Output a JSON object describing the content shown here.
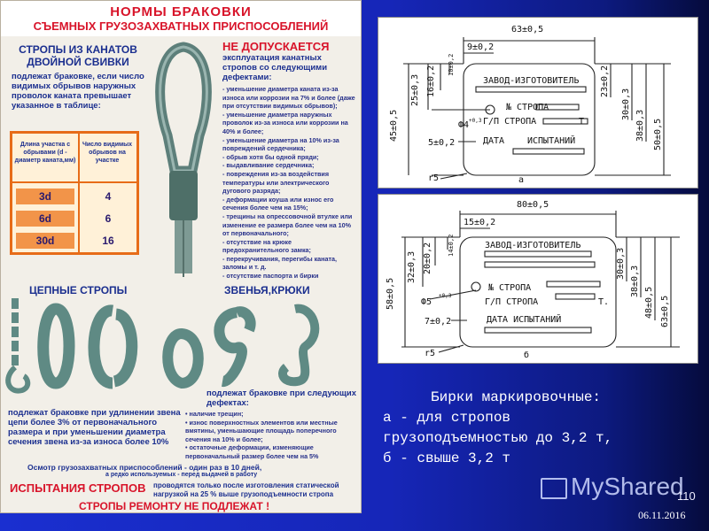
{
  "poster": {
    "title1": "НОРМЫ БРАКОВКИ",
    "title2": "СЪЕМНЫХ ГРУЗОЗАХВАТНЫХ ПРИСПОСОБЛЕНИЙ",
    "ropes_head1": "СТРОПЫ ИЗ КАНАТОВ",
    "ropes_head2": "ДВОЙНОЙ СВИВКИ",
    "ropes_text": "подлежат браковке, если число видимых обрывов наружных проволок каната превышает указанное в таблице:",
    "table": {
      "col1": "Длина участка с обрывами (d - диаметр каната,мм)",
      "col2": "Число видимых обрывов на участке",
      "rows": [
        [
          "3d",
          "4"
        ],
        [
          "6d",
          "6"
        ],
        [
          "30d",
          "16"
        ]
      ]
    },
    "not_allowed_head": "НЕ ДОПУСКАЕТСЯ",
    "not_allowed_sub": "эксплуатация канатных стропов со следующими дефектами:",
    "defects": [
      "- уменьшение диаметра каната из-за износа или коррозии на 7% и более (даже при отсутствии видимых обрывов);",
      "- уменьшение диаметра наружных проволок из-за износа или коррозии на 40% и более;",
      "- уменьшение диаметра на 10% из-за повреждений сердечника;",
      "- обрыв хотя бы одной пряди;",
      "- выдавливание сердечника;",
      "- повреждения из-за воздействия температуры или электрического дугового разряда;",
      "- деформации коуша или износ его сечения более чем на 15%;",
      "- трещины на опрессовочной втулке или изменение ее размера более чем на 10% от первоначального;",
      "- отсутствие на крюке предохранительного замка;",
      "- перекручивания, перегибы каната, заломы и т. д.",
      "- отсутствие паспорта и бирки"
    ],
    "chain_head": "ЦЕПНЫЕ СТРОПЫ",
    "hooks_head": "ЗВЕНЬЯ,КРЮКИ",
    "chain_text": "подлежат браковке при удлинении звена цепи более 3% от первоначального размера и при уменьшении диаметра сечения звена из-за износа более 10%",
    "hooks_lead": "подлежат браковке при следующих дефектах:",
    "hooks_list": [
      "• наличие трещин;",
      "• износ поверхностных элементов или местные вмятины, уменьшающие площадь поперечного сечения на 10% и более;",
      "• остаточные деформации, изменяющие первоначальный размер более чем на 5%"
    ],
    "inspect_text": "Осмотр грузозахватных приспособлений - один раз в 10 дней,",
    "inspect_text2": "а редко используемых - перед выдачей в работу",
    "tests_head": "ИСПЫТАНИЯ СТРОПОВ",
    "tests_text": "проводятся только после изготовления статической нагрузкой на 25 % выше грузоподъемности стропа",
    "repair": "СТРОПЫ РЕМОНТУ НЕ ПОДЛЕЖАТ !"
  },
  "tag_a": {
    "dims": [
      "63±0,5",
      "9±0,2",
      "16±0,2",
      "10±0,2",
      "25±0,3",
      "45±0,5",
      "23±0,2",
      "30±0,3",
      "38±0,3",
      "50±0,5",
      "Ф4",
      "+0,3",
      "5±0,2",
      "r5"
    ],
    "lines": [
      "ЗАВОД-ИЗГОТОВИТЕЛЬ",
      "№ СТРОПА",
      "Г/П СТРОПА",
      "Т",
      "ДАТА",
      "ИСПЫТАНИЙ"
    ],
    "label": "а"
  },
  "tag_b": {
    "dims": [
      "80±0,5",
      "15±0,2",
      "20±0,2",
      "14±0,2",
      "32±0,3",
      "58±0,5",
      "30±0,3",
      "38±0,3",
      "48±0,5",
      "63±0,5",
      "Ф5",
      "+0,3",
      "7±0,2",
      "r5"
    ],
    "lines": [
      "ЗАВОД-ИЗГОТОВИТЕЛЬ",
      "№ СТРОПА",
      "Г/П СТРОПА",
      "Т.",
      "ДАТА ИСПЫТАНИЙ"
    ],
    "label": "б"
  },
  "caption": {
    "line1": "Бирки маркировочные:",
    "line2": "а - для стропов",
    "line3": "грузоподъемностью до 3,2 т,",
    "line4": "б - свыше 3,2 т"
  },
  "footer": {
    "logo": "MyShared",
    "page": "110",
    "date": "06.11.2016"
  }
}
